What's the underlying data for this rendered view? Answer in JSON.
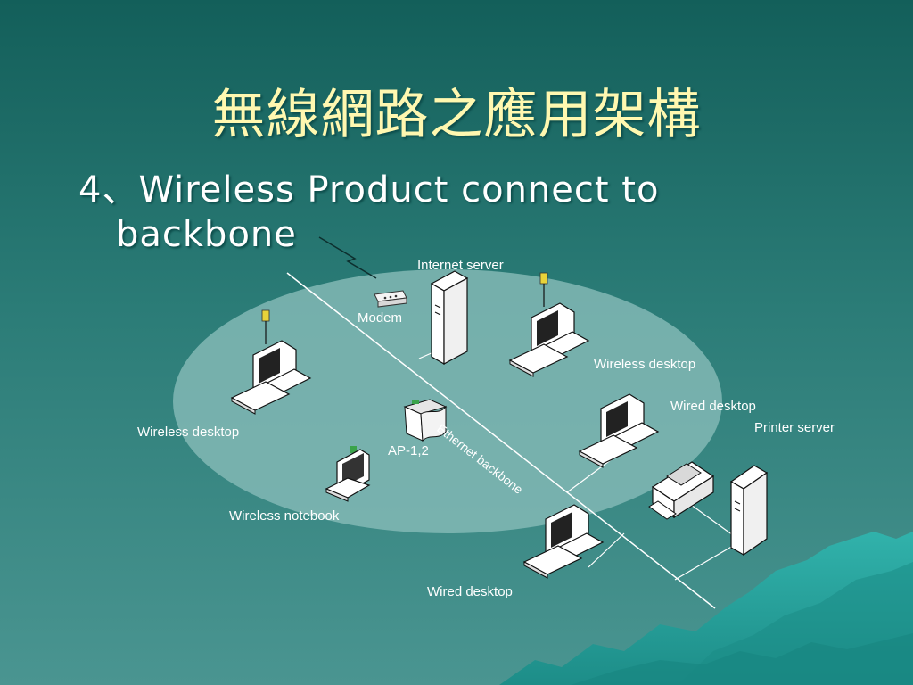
{
  "slide": {
    "title": "無線網路之應用架構",
    "bullet_number": "4、",
    "bullet_line1": "Wireless Product connect to",
    "bullet_line2": "backbone"
  },
  "labels": {
    "internet_server": "Internet server",
    "modem": "Modem",
    "wireless_desktop_right": "Wireless desktop",
    "wired_desktop_right": "Wired desktop",
    "printer_server": "Printer server",
    "wireless_desktop_left": "Wireless desktop",
    "ap": "AP-1,2",
    "ethernet_backbone": "Ethernet backbone",
    "wireless_notebook": "Wireless notebook",
    "wired_desktop_bottom": "Wired desktop"
  },
  "colors": {
    "background_top": "#176a64",
    "background_bottom": "#3f8e89",
    "ellipse": "#7fb5b1",
    "title": "#fff8b0",
    "text": "#ffffff",
    "antenna": "#e8d33a",
    "mountains": "#2aa6a0"
  }
}
